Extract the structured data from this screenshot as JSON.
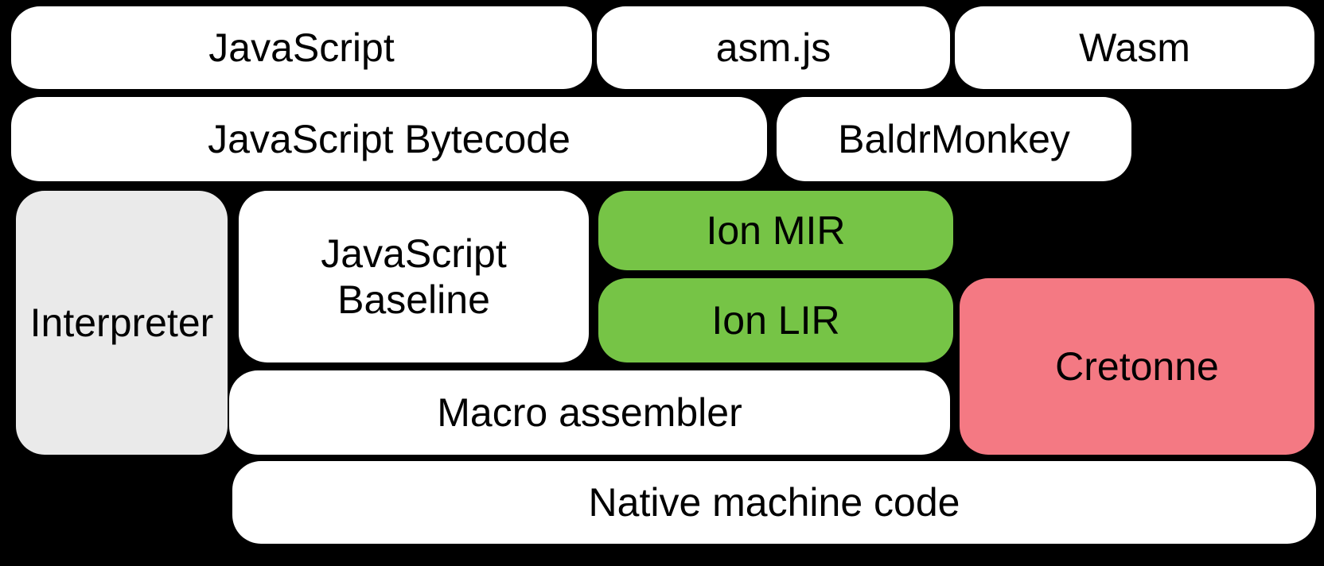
{
  "diagram": {
    "background_color": "#000000",
    "text_color": "#000000",
    "colors": {
      "white_box": "#ffffff",
      "gray_box": "#EAEAEA",
      "green_box": "#76C446",
      "pink_box": "#F47983"
    },
    "boxes": {
      "javascript": {
        "label": "JavaScript",
        "color": "#ffffff"
      },
      "asmjs": {
        "label": "asm.js",
        "color": "#ffffff"
      },
      "wasm": {
        "label": "Wasm",
        "color": "#ffffff"
      },
      "javascript_bytecode": {
        "label": "JavaScript Bytecode",
        "color": "#ffffff"
      },
      "baldrmonkey": {
        "label": "BaldrMonkey",
        "color": "#ffffff"
      },
      "interpreter": {
        "label": "Interpreter",
        "color": "#EAEAEA"
      },
      "javascript_baseline": {
        "label": "JavaScript\nBaseline",
        "color": "#ffffff"
      },
      "ion_mir": {
        "label": "Ion MIR",
        "color": "#76C446"
      },
      "ion_lir": {
        "label": "Ion LIR",
        "color": "#76C446"
      },
      "cretonne": {
        "label": "Cretonne",
        "color": "#F47983"
      },
      "macro_assembler": {
        "label": "Macro assembler",
        "color": "#ffffff"
      },
      "native_machine_code": {
        "label": "Native machine code",
        "color": "#ffffff"
      }
    }
  }
}
